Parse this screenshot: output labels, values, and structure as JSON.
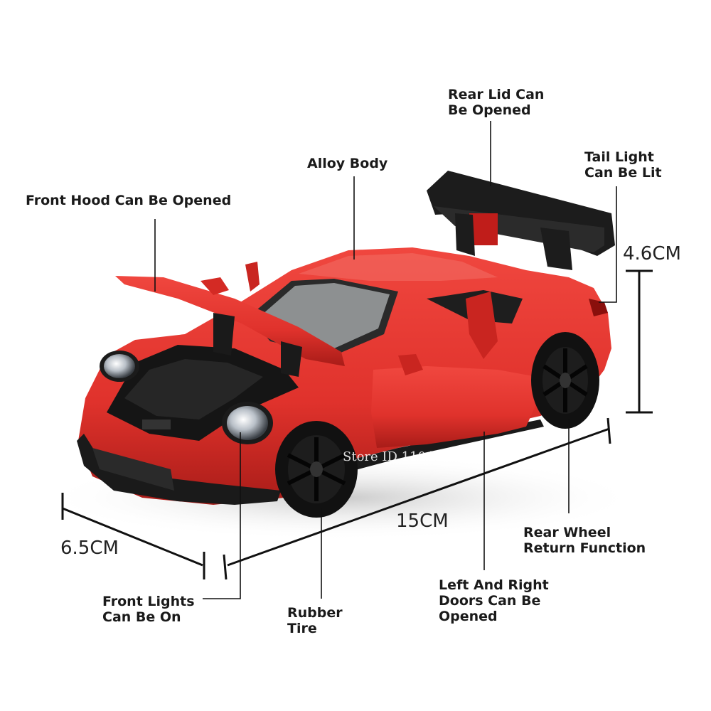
{
  "labels": {
    "rear_lid": [
      "Rear Lid Can",
      "Be Opened"
    ],
    "tail_light": [
      "Tail Light",
      "Can Be Lit"
    ],
    "alloy_body": [
      "Alloy Body"
    ],
    "front_hood": [
      "Front Hood Can Be Opened"
    ],
    "rear_wheel": [
      "Rear Wheel",
      "Return Function"
    ],
    "front_lights": [
      "Front Lights",
      "Can Be On"
    ],
    "rubber_tire": [
      "Rubber",
      "Tire"
    ],
    "doors": [
      "Left And Right",
      "Doors Can Be",
      "Opened"
    ]
  },
  "dimensions": {
    "height": "4.6CM",
    "length": "15CM",
    "width": "6.5CM"
  },
  "watermark": "Store ID 1104069607",
  "colors": {
    "body": "#e0322c",
    "body_shadow": "#a81c18",
    "tire": "#111111",
    "text": "#1a1a1a",
    "line": "#111111"
  }
}
